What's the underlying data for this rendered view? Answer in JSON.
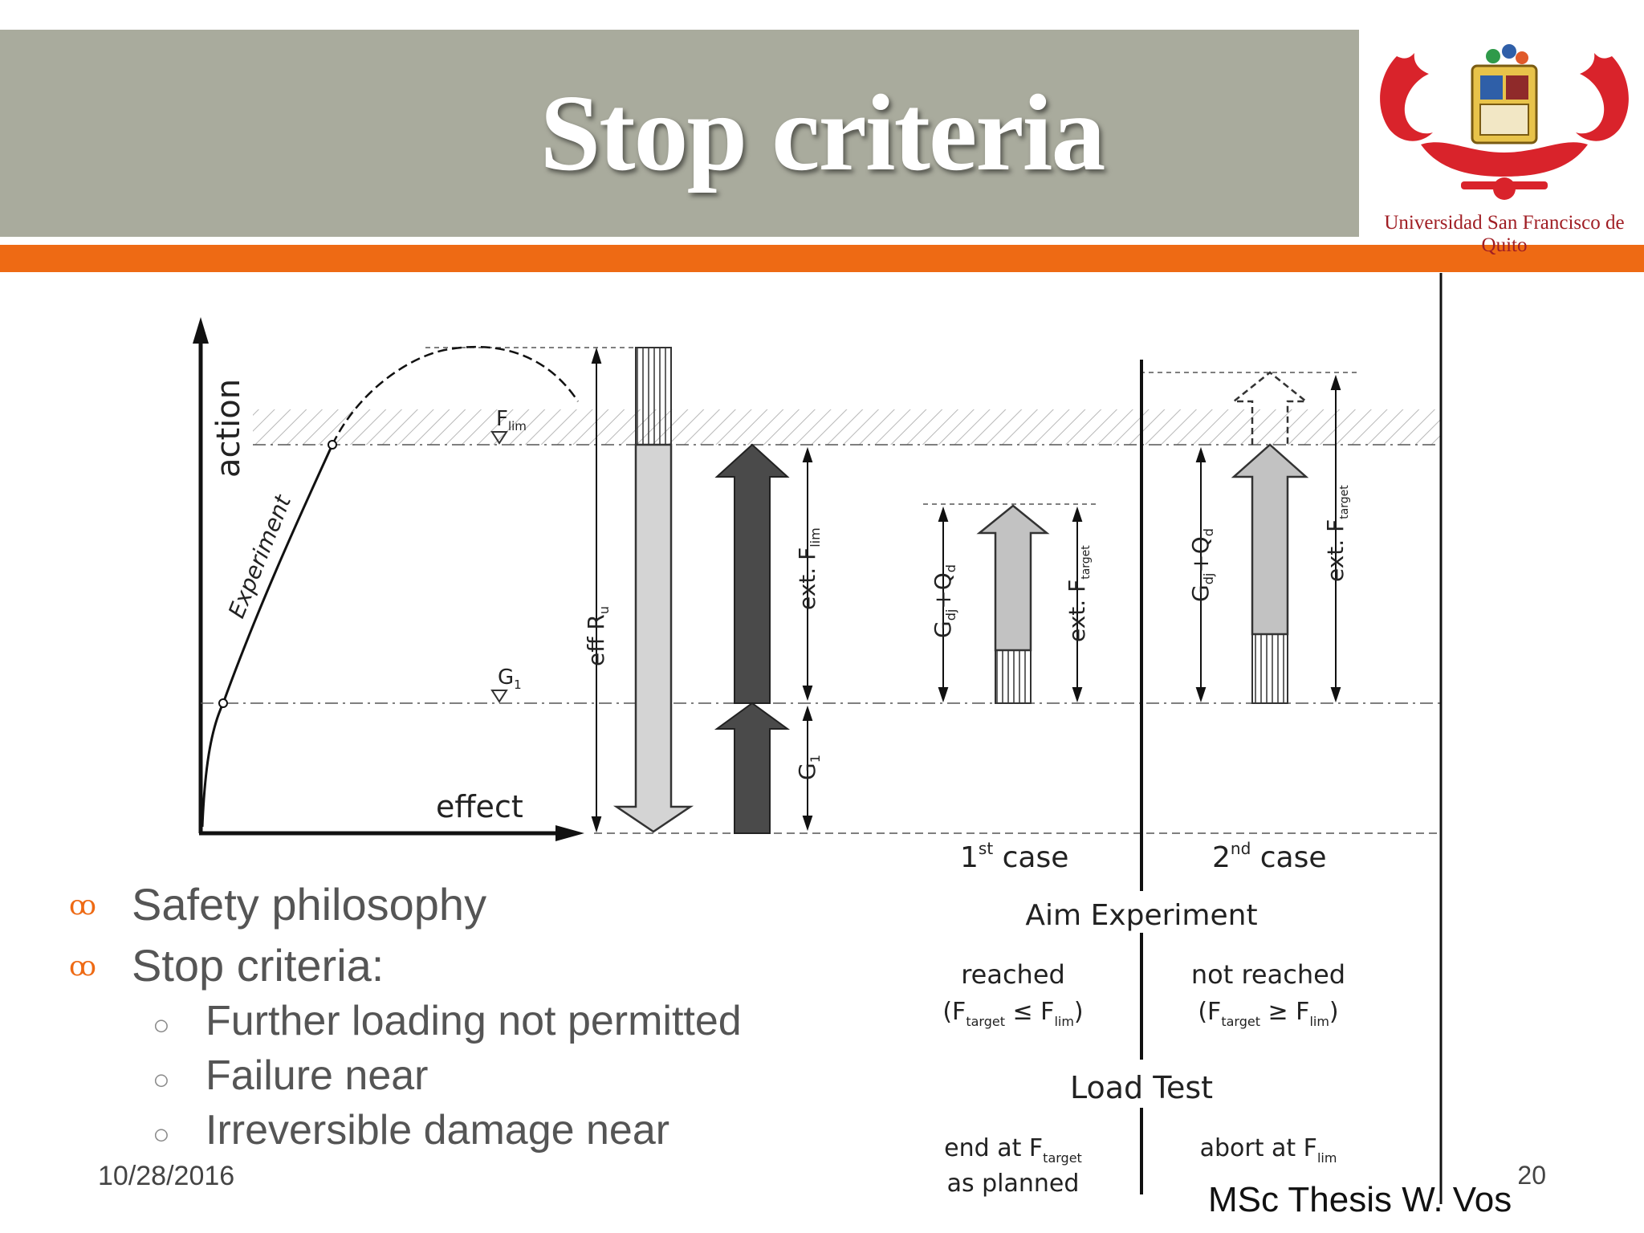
{
  "slide": {
    "title": "Stop criteria",
    "logo_caption": "Universidad San Francisco de Quito",
    "date": "10/28/2016",
    "page_number": "20",
    "footer": "MSc Thesis W. Vos"
  },
  "bullets": [
    {
      "level": 1,
      "text": "Safety philosophy"
    },
    {
      "level": 1,
      "text": "Stop criteria:"
    },
    {
      "level": 2,
      "text": "Further loading not permitted"
    },
    {
      "level": 2,
      "text": "Failure near"
    },
    {
      "level": 2,
      "text": "Irreversible damage near"
    }
  ],
  "diagram": {
    "axis_y": "action",
    "axis_x": "effect",
    "curve_label": "Experiment",
    "f_lim": "F",
    "f_lim_sub": "lim",
    "g1": "G",
    "g1_sub": "1",
    "eff_ru": "eff R",
    "eff_ru_sub": "u",
    "ext_flim": "ext. F",
    "ext_flim_sub": "lim",
    "g1_dim": "G",
    "g1_dim_sub": "1",
    "case1_gq": "G",
    "case1_gq_sub1": "dj",
    "case1_gq_mid": "+Q",
    "case1_gq_sub2": "d",
    "case1_ext": "ext. F",
    "case1_ext_sub": "target",
    "case2_gq": "G",
    "case2_gq_sub1": "dj",
    "case2_gq_mid": "+Q",
    "case2_gq_sub2": "d",
    "case2_ext": "ext. F",
    "case2_ext_sub": "target",
    "case1_num": "1",
    "case1_sup": "st",
    "case1_word": " case",
    "case2_num": "2",
    "case2_sup": "nd",
    "case2_word": " case",
    "aim": "Aim Experiment",
    "reached": "reached",
    "reached_cond_a": "(F",
    "reached_cond_sub1": "target",
    "reached_cond_b": " ≤ F",
    "reached_cond_sub2": "lim",
    "reached_cond_c": ")",
    "not_reached": "not reached",
    "not_cond_a": "(F",
    "not_cond_sub1": "target",
    "not_cond_b": " ≥ F",
    "not_cond_sub2": "lim",
    "not_cond_c": ")",
    "load_test": "Load Test",
    "end_at": "end at F",
    "end_at_sub": "target",
    "as_planned": "as planned",
    "abort_at": "abort at F",
    "abort_at_sub": "lim"
  },
  "colors": {
    "banner": "#a9ab9d",
    "accent": "#ee6a14",
    "dark_arrow": "#4a4a4a",
    "light_arrow": "#d4d4d4",
    "logo_red": "#d9232b"
  }
}
